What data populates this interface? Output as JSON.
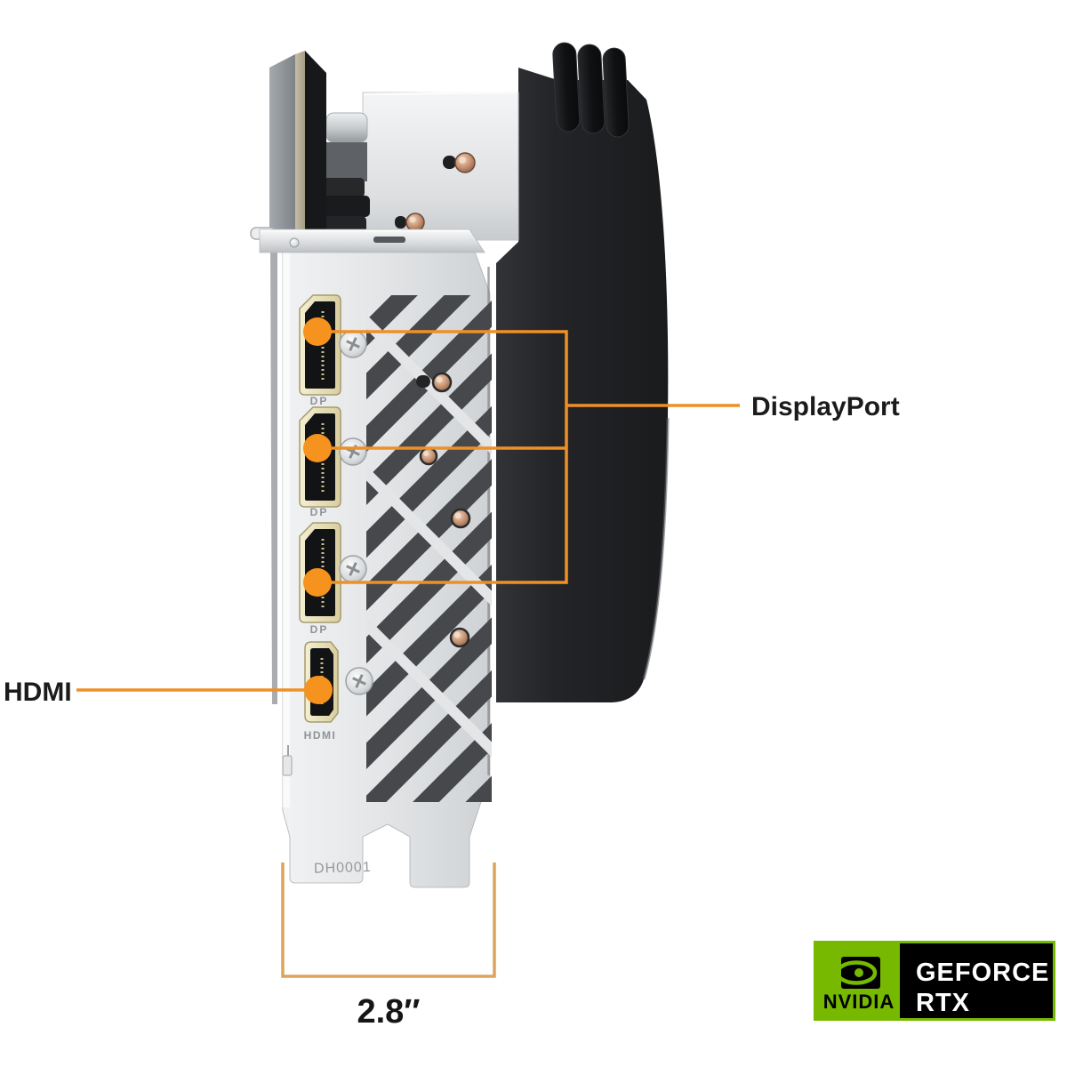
{
  "page": {
    "background": "#ffffff"
  },
  "callouts": {
    "accent_color": "#EE9027",
    "dot_color": "#F6921E",
    "displayport": {
      "label": "DisplayPort"
    },
    "hdmi": {
      "label": "HDMI"
    }
  },
  "measurement": {
    "label": "2.8″",
    "color": "#DDA45C"
  },
  "card": {
    "bracket_id": "DH0001",
    "ports": [
      {
        "type": "displayport",
        "stamp": "DP"
      },
      {
        "type": "displayport",
        "stamp": "DP"
      },
      {
        "type": "displayport",
        "stamp": "DP"
      },
      {
        "type": "hdmi",
        "stamp": "HDMI"
      }
    ]
  },
  "badge": {
    "green": "#76B900",
    "brand": "NVIDIA",
    "series_line1": "GEFORCE",
    "series_line2": "RTX"
  }
}
